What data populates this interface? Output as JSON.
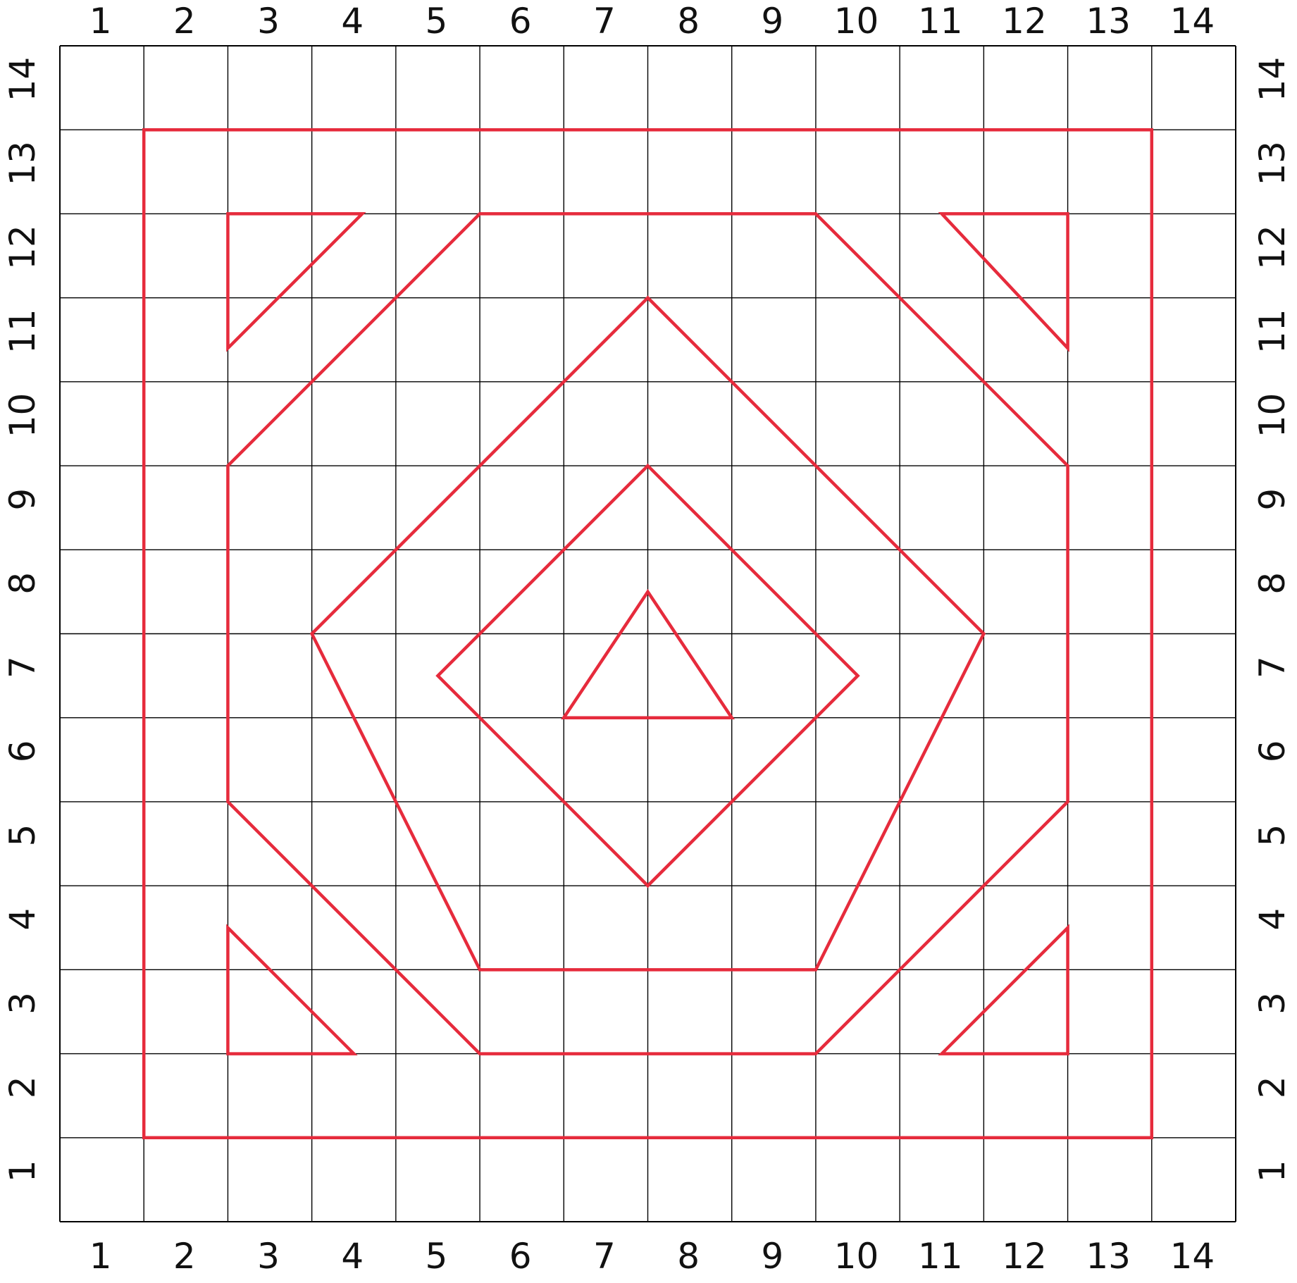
{
  "grid": {
    "cells": 14,
    "line_color": "#000000",
    "shape_color": "#e62b3c"
  },
  "labels": {
    "top": [
      "1",
      "2",
      "3",
      "4",
      "5",
      "6",
      "7",
      "8",
      "9",
      "10",
      "11",
      "12",
      "13",
      "14"
    ],
    "bottom": [
      "1",
      "2",
      "3",
      "4",
      "5",
      "6",
      "7",
      "8",
      "9",
      "10",
      "11",
      "12",
      "13",
      "14"
    ],
    "left": [
      "1",
      "2",
      "3",
      "4",
      "5",
      "6",
      "7",
      "8",
      "9",
      "10",
      "11",
      "12",
      "13",
      "14"
    ],
    "right": [
      "1",
      "2",
      "3",
      "4",
      "5",
      "6",
      "7",
      "8",
      "9",
      "10",
      "11",
      "12",
      "13",
      "14"
    ]
  },
  "shapes": [
    {
      "name": "outer-square",
      "points": [
        [
          1,
          1
        ],
        [
          13,
          1
        ],
        [
          13,
          13
        ],
        [
          1,
          13
        ]
      ]
    },
    {
      "name": "corner-triangle-top-left",
      "points": [
        [
          2,
          12
        ],
        [
          3.6,
          12
        ],
        [
          2,
          10.4
        ]
      ]
    },
    {
      "name": "corner-triangle-top-right",
      "points": [
        [
          10.5,
          12
        ],
        [
          12,
          12
        ],
        [
          12,
          10.4
        ]
      ]
    },
    {
      "name": "corner-triangle-bottom-left",
      "points": [
        [
          2,
          3.5
        ],
        [
          3.5,
          2
        ],
        [
          2,
          2
        ]
      ]
    },
    {
      "name": "corner-triangle-bottom-right",
      "points": [
        [
          12,
          3.5
        ],
        [
          12,
          2
        ],
        [
          10.5,
          2
        ]
      ]
    },
    {
      "name": "octagon",
      "points": [
        [
          5,
          12
        ],
        [
          9,
          12
        ],
        [
          12,
          9
        ],
        [
          12,
          5
        ],
        [
          9,
          2
        ],
        [
          5,
          2
        ],
        [
          2,
          5
        ],
        [
          2,
          9
        ]
      ]
    },
    {
      "name": "large-pentagon",
      "points": [
        [
          7,
          11
        ],
        [
          11,
          7
        ],
        [
          9,
          3
        ],
        [
          5,
          3
        ],
        [
          3,
          7
        ]
      ]
    },
    {
      "name": "diamond",
      "points": [
        [
          7,
          9
        ],
        [
          9.5,
          6.5
        ],
        [
          7,
          4
        ],
        [
          4.5,
          6.5
        ]
      ]
    },
    {
      "name": "center-triangle",
      "points": [
        [
          7,
          7.5
        ],
        [
          8,
          6
        ],
        [
          6,
          6
        ]
      ]
    }
  ]
}
